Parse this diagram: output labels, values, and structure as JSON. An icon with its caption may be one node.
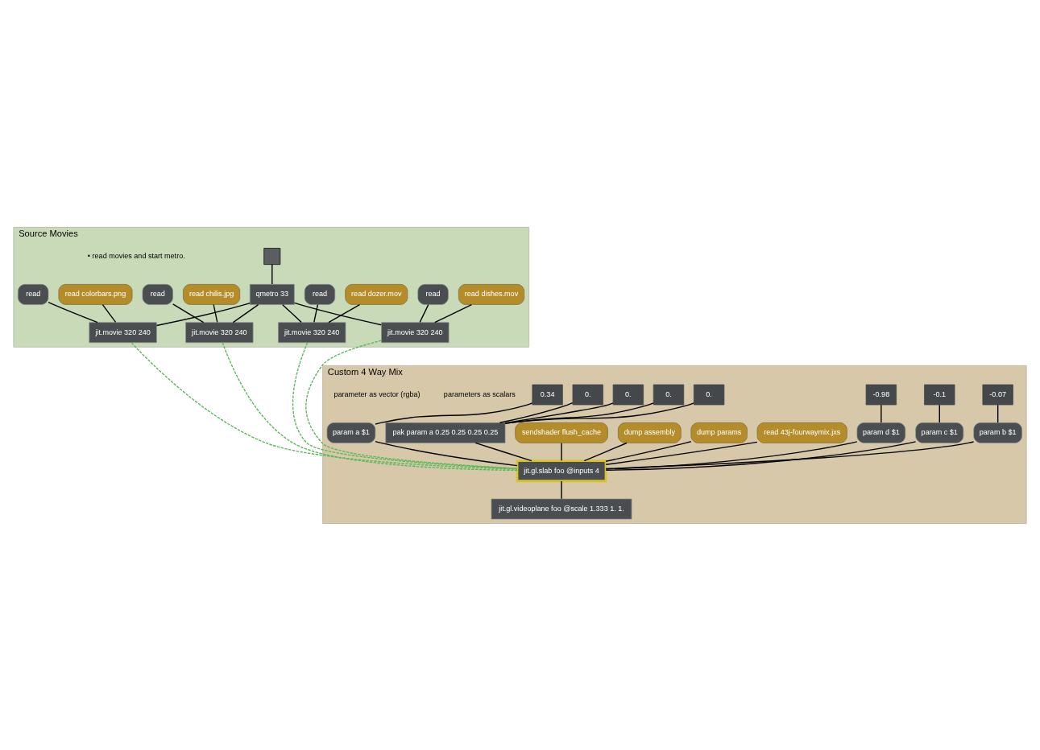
{
  "diagram": {
    "nodes": [
      {
        "text": [
          "Source Movies"
        ]
      },
      {
        "text": [],
        "shape": "box",
        "in": 0
      },
      {
        "text": [
          "qmetro 33"
        ],
        "in": 0
      },
      {
        "text": [
          "read dozer.mov"
        ],
        "in": 0
      },
      {
        "text": [
          "read dishes.mov"
        ],
        "in": 0
      },
      {
        "text": [
          "read colorbars.png"
        ],
        "in": 0
      },
      {
        "text": [
          "read chilis.jpg"
        ],
        "in": 0
      },
      {
        "text": [
          "read"
        ],
        "in": 0
      },
      {
        "text": [
          "jit.movie 320 240"
        ],
        "in": 0
      },
      {
        "text": [
          "read"
        ],
        "in": 0
      },
      {
        "text": [
          "jit.movie 320 240"
        ],
        "in": 0
      },
      {
        "text": [
          "read"
        ],
        "in": 0
      },
      {
        "text": [
          "jit.movie 320 240"
        ],
        "in": 0
      },
      {
        "text": [
          "read"
        ],
        "in": 0
      },
      {
        "text": [
          "jit.movie 320 240"
        ],
        "in": 0
      },
      {
        "text": [
          "Custom 4 Way Mix"
        ]
      },
      {
        "text": [
          "0.34"
        ],
        "in": 15
      },
      {
        "text": [
          "-0.07"
        ],
        "in": 15
      },
      {
        "text": [
          "-0.1"
        ],
        "in": 15
      },
      {
        "text": [
          "-0.98"
        ],
        "in": 15
      },
      {
        "text": [
          "read 43j-fourwaymix.jxs"
        ],
        "in": 15
      },
      {
        "text": [
          "param a $1"
        ],
        "in": 15
      },
      {
        "text": [
          "param b $1"
        ],
        "in": 15
      },
      {
        "text": [
          "param c $1"
        ],
        "in": 15
      },
      {
        "text": [
          "param d $1"
        ],
        "in": 15
      },
      {
        "text": [
          "dump params"
        ],
        "in": 15
      },
      {
        "text": [
          "dump assembly"
        ],
        "in": 15
      },
      {
        "text": [
          "sendshader flush_cache"
        ],
        "in": 15
      },
      {
        "text": [
          "0."
        ],
        "in": 15
      },
      {
        "text": [
          "0."
        ],
        "in": 15
      },
      {
        "text": [
          "0."
        ],
        "in": 15
      },
      {
        "text": [
          "0."
        ],
        "in": 15
      },
      {
        "text": [
          "pak param a 0.25 0.25 0.25 0.25"
        ],
        "in": 15
      },
      {
        "text": [
          "jit.gl.slab foo @inputs 4"
        ],
        "in": 15
      },
      {
        "text": [
          "jit.gl.videoplane foo @scale 1.333 1. 1."
        ],
        "in": 15
      }
    ],
    "edges": [
      {
        "from": 1,
        "to": 2,
        "arrow": "none"
      },
      {
        "from": 2,
        "to": 8,
        "arrow": "none"
      },
      {
        "from": 2,
        "to": 10,
        "arrow": "none"
      },
      {
        "from": 2,
        "to": 12,
        "arrow": "none"
      },
      {
        "from": 2,
        "to": 14,
        "arrow": "none"
      },
      {
        "from": 3,
        "to": 8,
        "arrow": "none"
      },
      {
        "from": 7,
        "to": 8,
        "arrow": "none"
      },
      {
        "from": 4,
        "to": 10,
        "arrow": "none"
      },
      {
        "from": 9,
        "to": 10,
        "arrow": "none"
      },
      {
        "from": 5,
        "to": 12,
        "arrow": "none"
      },
      {
        "from": 11,
        "to": 12,
        "arrow": "none"
      },
      {
        "from": 6,
        "to": 14,
        "arrow": "none"
      },
      {
        "from": 13,
        "to": 14,
        "arrow": "none"
      },
      {
        "from": 8,
        "to": 33,
        "arrow": "none",
        "style": "dashed",
        "color": "#5cb85c"
      },
      {
        "from": 10,
        "to": 33,
        "arrow": "none",
        "style": "dashed",
        "color": "#5cb85c"
      },
      {
        "from": 12,
        "to": 33,
        "arrow": "none",
        "style": "dashed",
        "color": "#5cb85c"
      },
      {
        "from": 14,
        "to": 33,
        "arrow": "none",
        "style": "dashed",
        "color": "#5cb85c"
      },
      {
        "from": 16,
        "to": 21,
        "arrow": "none"
      },
      {
        "from": 17,
        "to": 22,
        "arrow": "none"
      },
      {
        "from": 18,
        "to": 23,
        "arrow": "none"
      },
      {
        "from": 19,
        "to": 24,
        "arrow": "none"
      },
      {
        "from": 20,
        "to": 33,
        "arrow": "none"
      },
      {
        "from": 21,
        "to": 33,
        "arrow": "none"
      },
      {
        "from": 22,
        "to": 33,
        "arrow": "none"
      },
      {
        "from": 23,
        "to": 33,
        "arrow": "none"
      },
      {
        "from": 24,
        "to": 33,
        "arrow": "none"
      },
      {
        "from": 25,
        "to": 33,
        "arrow": "none"
      },
      {
        "from": 26,
        "to": 33,
        "arrow": "none"
      },
      {
        "from": 27,
        "to": 33,
        "arrow": "none"
      },
      {
        "from": 28,
        "to": 32,
        "arrow": "none"
      },
      {
        "from": 29,
        "to": 32,
        "arrow": "none"
      },
      {
        "from": 30,
        "to": 32,
        "arrow": "none"
      },
      {
        "from": 31,
        "to": 32,
        "arrow": "none"
      },
      {
        "from": 32,
        "to": 33,
        "arrow": "none"
      },
      {
        "from": 33,
        "to": 34,
        "arrow": "none"
      }
    ],
    "labels": [
      "• read movies and start metro.",
      "parameters as scalars",
      "parameter as vector (rgba)"
    ]
  }
}
